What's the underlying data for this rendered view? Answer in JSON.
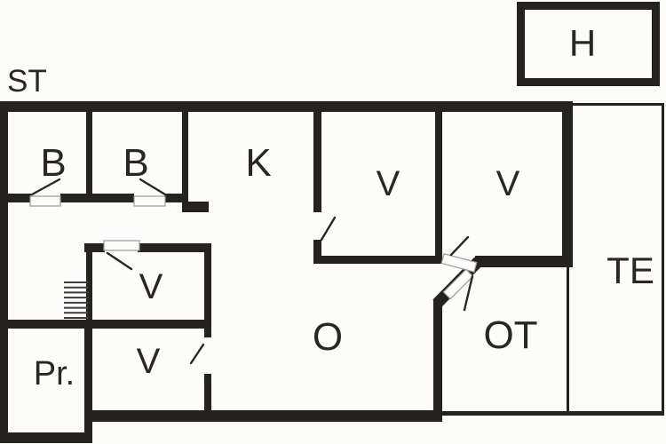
{
  "colors": {
    "wall": "#26221f",
    "line": "#2b2724",
    "background": "#fcfcfa",
    "stairs": "#3b3b3b",
    "leaf": "#9a9a9a",
    "text": "#2b2623"
  },
  "labels": {
    "st": "ST",
    "h": "H",
    "b1": "B",
    "b2": "B",
    "k": "K",
    "v1": "V",
    "v2": "V",
    "te": "TE",
    "v3": "V",
    "v4": "V",
    "pr": "Pr.",
    "o": "O",
    "ot": "OT"
  }
}
